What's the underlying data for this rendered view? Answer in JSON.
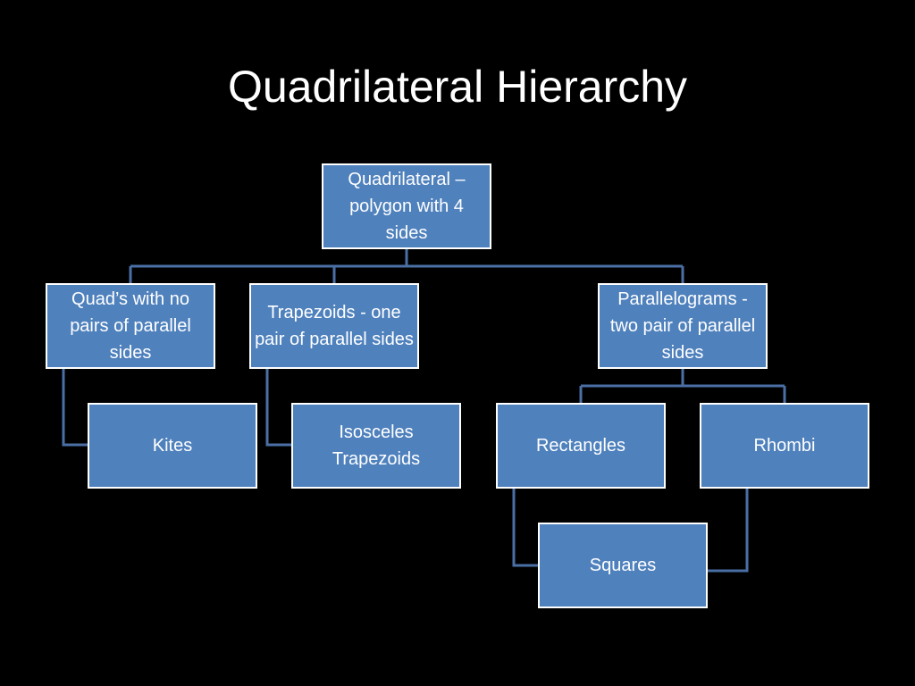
{
  "title": "Quadrilateral Hierarchy",
  "colors": {
    "background": "#000000",
    "node_fill": "#4f81bd",
    "node_border": "#ffffff",
    "connector": "#4a6fa5",
    "text": "#ffffff"
  },
  "nodes": [
    {
      "id": "quadrilateral",
      "label": "Quadrilateral – polygon with 4 sides"
    },
    {
      "id": "no-parallel",
      "label": "Quad’s with no pairs of parallel sides"
    },
    {
      "id": "trapezoids",
      "label": "Trapezoids - one pair of parallel sides"
    },
    {
      "id": "parallelograms",
      "label": "Parallelograms - two pair of parallel sides"
    },
    {
      "id": "kites",
      "label": "Kites"
    },
    {
      "id": "isosceles-trapezoids",
      "label": "Isosceles Trapezoids"
    },
    {
      "id": "rectangles",
      "label": "Rectangles"
    },
    {
      "id": "rhombi",
      "label": "Rhombi"
    },
    {
      "id": "squares",
      "label": "Squares"
    }
  ],
  "edges": [
    [
      "quadrilateral",
      "no-parallel"
    ],
    [
      "quadrilateral",
      "trapezoids"
    ],
    [
      "quadrilateral",
      "parallelograms"
    ],
    [
      "no-parallel",
      "kites"
    ],
    [
      "trapezoids",
      "isosceles-trapezoids"
    ],
    [
      "parallelograms",
      "rectangles"
    ],
    [
      "parallelograms",
      "rhombi"
    ],
    [
      "rectangles",
      "squares"
    ],
    [
      "rhombi",
      "squares"
    ]
  ]
}
